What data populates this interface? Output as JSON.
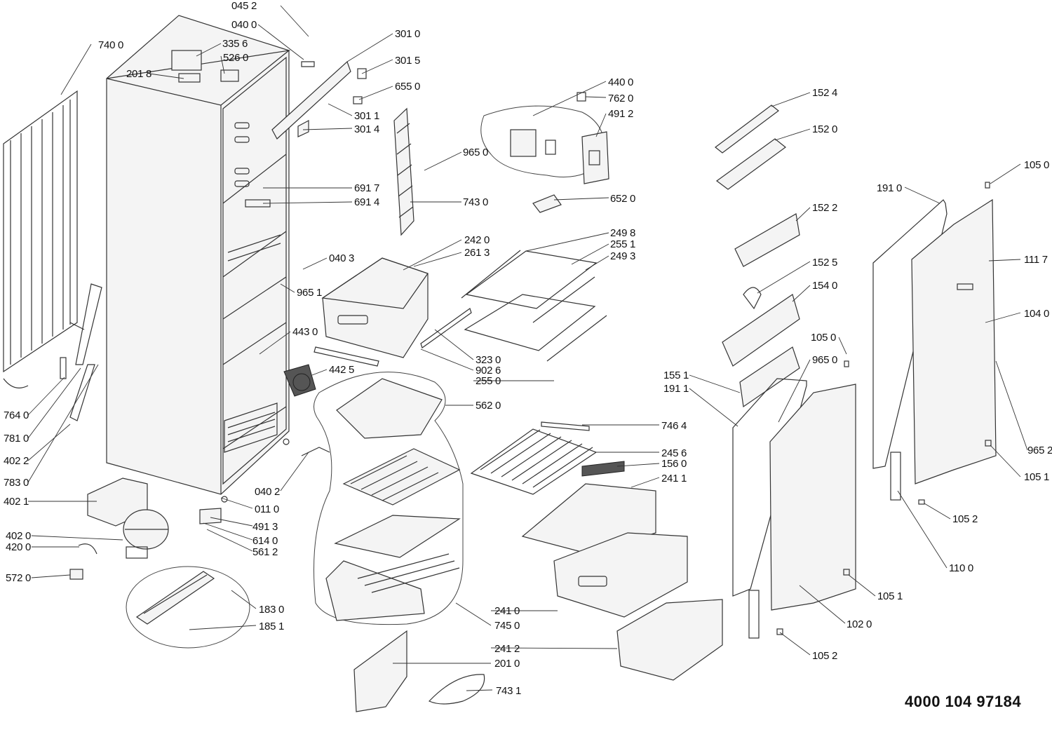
{
  "document_number": "4000 104 97184",
  "labels": {
    "p0452": "045 2",
    "p0400": "040 0",
    "p7400": "740 0",
    "p3356": "335 6",
    "p5260": "526 0",
    "p2018": "201 8",
    "p3010": "301 0",
    "p3015": "301 5",
    "p6550": "655 0",
    "p3011": "301 1",
    "p3014": "301 4",
    "p4400": "440 0",
    "p7620": "762 0",
    "p4912": "491 2",
    "p9650a": "965 0",
    "p6917": "691 7",
    "p6914": "691 4",
    "p7430": "743 0",
    "p6520": "652 0",
    "p2420": "242 0",
    "p2613": "261 3",
    "p2498": "249 8",
    "p2551": "255 1",
    "p2493": "249 3",
    "p0403": "040 3",
    "p9651": "965 1",
    "p4430": "443 0",
    "p4425": "442 5",
    "p3230": "323 0",
    "p9026": "902 6",
    "p2550": "255 0",
    "p5620": "562 0",
    "p7640": "764 0",
    "p7810": "781 0",
    "p4022": "402 2",
    "p7830": "783 0",
    "p4021": "402 1",
    "p4020": "402 0",
    "p4200": "420 0",
    "p5720": "572 0",
    "p0402": "040 2",
    "p0110": "011 0",
    "p4913": "491 3",
    "p6140": "614 0",
    "p5612": "561 2",
    "p1830": "183 0",
    "p1851": "185 1",
    "p7464": "746 4",
    "p2456": "245 6",
    "p1560": "156 0",
    "p2411": "241 1",
    "p2410": "241 0",
    "p7450": "745 0",
    "p2412": "241 2",
    "p2010": "201 0",
    "p7431": "743 1",
    "p1524": "152 4",
    "p1520": "152 0",
    "p1522": "152 2",
    "p1525": "152 5",
    "p1540": "154 0",
    "p1050a": "105 0",
    "p9650b": "965 0",
    "p1551": "155 1",
    "p1911": "191 1",
    "p1910": "191 0",
    "p1050b": "105 0",
    "p1117": "111 7",
    "p1040": "104 0",
    "p9652": "965 2",
    "p1051a": "105 1",
    "p1052a": "105 2",
    "p1100": "110 0",
    "p1051b": "105 1",
    "p1020": "102 0",
    "p1052b": "105 2"
  }
}
